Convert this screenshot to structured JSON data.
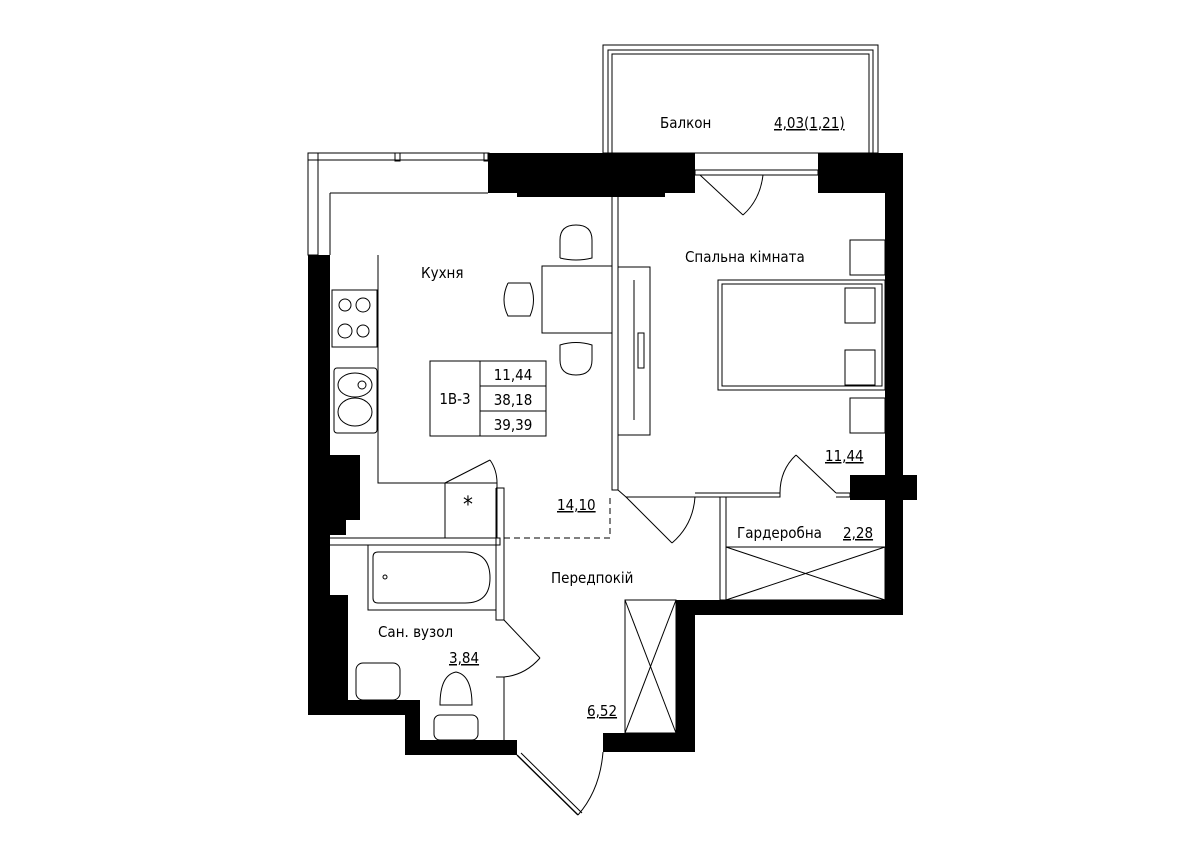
{
  "plan": {
    "unit_code": "1В-3",
    "summary_values": [
      "11,44",
      "38,18",
      "39,39"
    ],
    "rooms": {
      "balcony": {
        "name": "Балкон",
        "area": "4,03(1,21)"
      },
      "kitchen": {
        "name": "Кухня",
        "area": "14,10"
      },
      "bedroom": {
        "name": "Спальна кімната",
        "area": "11,44"
      },
      "wardrobe": {
        "name": "Гардеробна",
        "area": "2,28"
      },
      "hallway": {
        "name": "Передпокій",
        "area": "6,52"
      },
      "bathroom": {
        "name": "Сан. вузол",
        "area": "3,84"
      }
    },
    "marker": "*",
    "colors": {
      "wall": "#000000",
      "background": "#ffffff"
    }
  }
}
